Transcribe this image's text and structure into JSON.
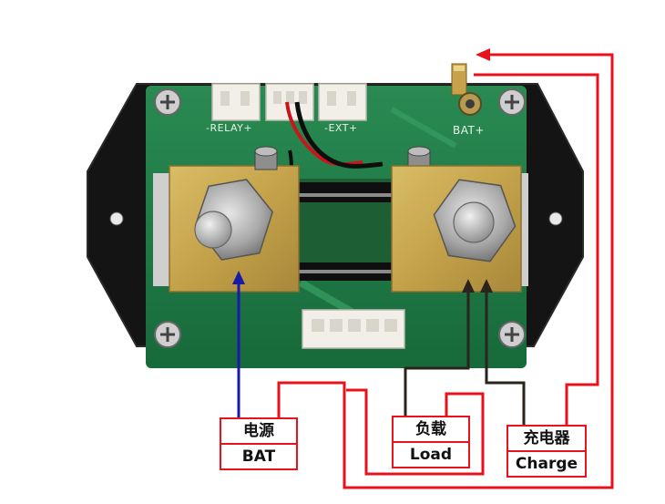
{
  "board": {
    "relay_label": "-RELAY+",
    "ext_label": "-EXT+",
    "bat_plus_label": "BAT+"
  },
  "labels": {
    "bat_cn": "电源",
    "bat_en": "BAT",
    "load_cn": "负载",
    "load_en": "Load",
    "charge_cn": "充电器",
    "charge_en": "Charge"
  },
  "colors": {
    "wire_red": "#e8121c",
    "wire_blue": "#1a1aa8",
    "wire_black": "#2a241c",
    "pcb_green": "#1f7a45",
    "brass": "#c9a84f"
  }
}
